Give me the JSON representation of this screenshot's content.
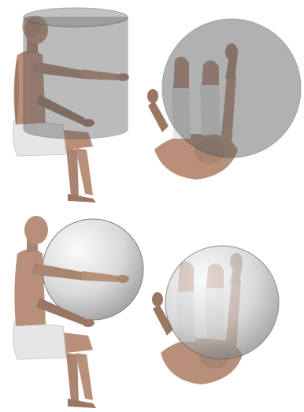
{
  "figure": {
    "panels": [
      {
        "id": "side-cylinder",
        "view": "side",
        "volume": "cylinder"
      },
      {
        "id": "top-cylinder",
        "view": "top",
        "volume": "cylinder"
      },
      {
        "id": "side-sphere",
        "view": "side",
        "volume": "sphere"
      },
      {
        "id": "top-sphere",
        "view": "top",
        "volume": "sphere"
      }
    ],
    "colors": {
      "skin": "#b8907a",
      "skin_dark": "#8f6a58",
      "shorts": "#e6e6e6",
      "shorts_shade": "#c9c9c9",
      "volume_fill": "#6e6e6e",
      "volume_stroke": "#3a3a3a",
      "sphere_light": "#f4f4f4",
      "sphere_dark": "#8a8a8a"
    }
  }
}
